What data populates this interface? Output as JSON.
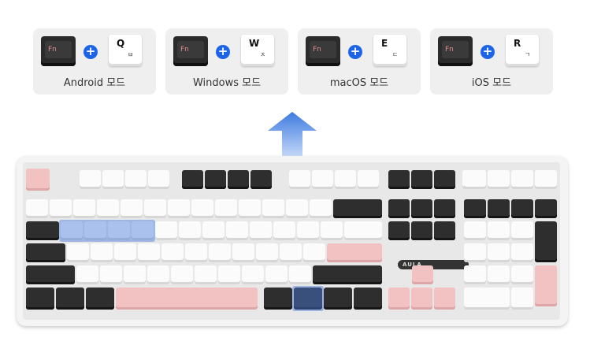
{
  "modes": [
    {
      "fn": "Fn",
      "key": "Q",
      "hangul": "ㅂ",
      "label": "Android 모드"
    },
    {
      "fn": "Fn",
      "key": "W",
      "hangul": "ㅈ",
      "label": "Windows 모드"
    },
    {
      "fn": "Fn",
      "key": "E",
      "hangul": "ㄷ",
      "label": "macOS 모드"
    },
    {
      "fn": "Fn",
      "key": "R",
      "hangul": "ㄱ",
      "label": "iOS 모드"
    }
  ],
  "plus": "+",
  "brand": "AULA",
  "colors": {
    "highlight": "#4678dc",
    "pink": "#f2c1c1",
    "dark": "#2e2e2e",
    "arrow": "#4a86e8"
  }
}
